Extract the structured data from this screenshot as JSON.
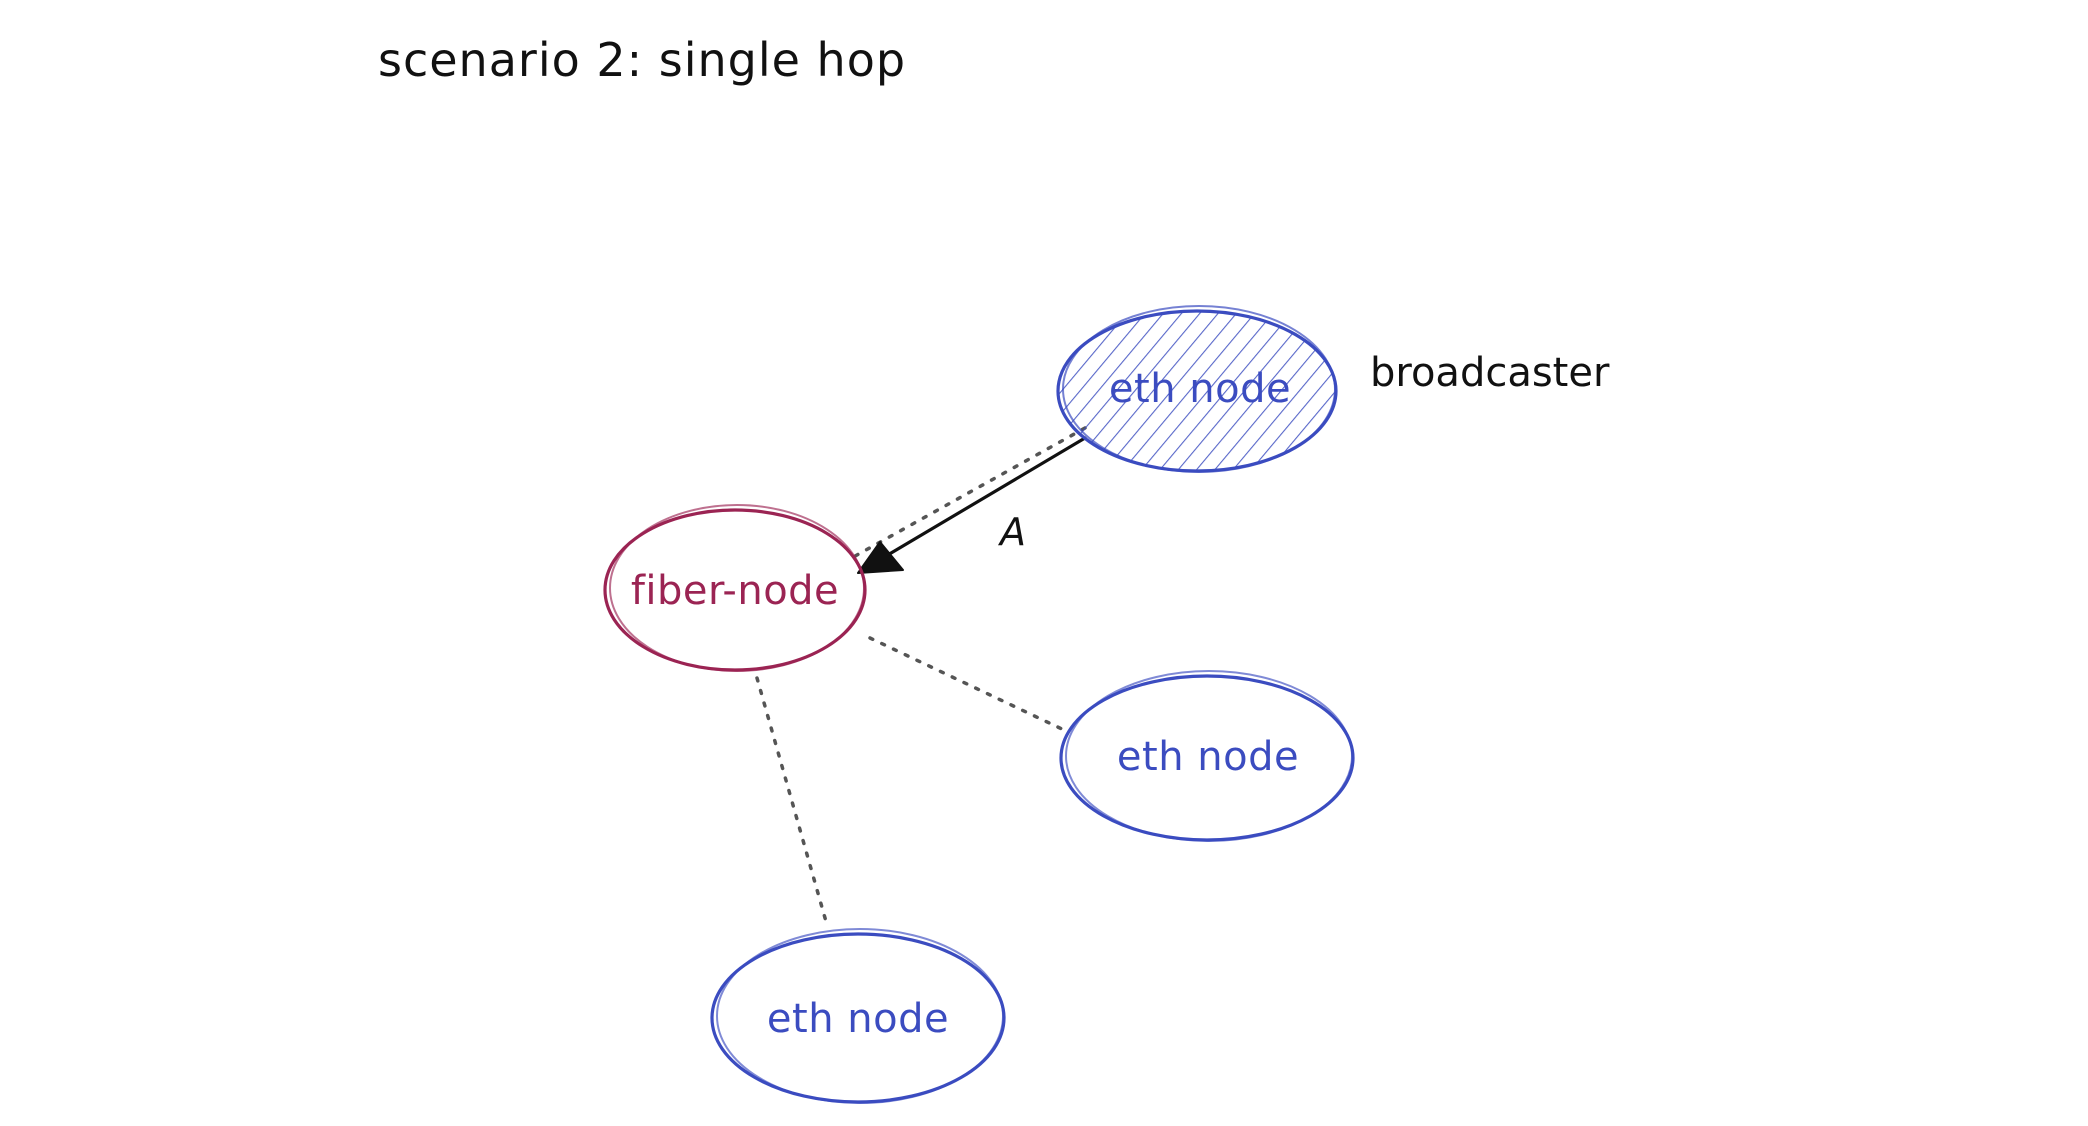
{
  "title": "scenario 2: single hop",
  "colors": {
    "eth": "#3b4cc0",
    "fiber": "#9b2453",
    "arrow": "#111111",
    "dotted": "#555555",
    "background": "#ffffff"
  },
  "nodes": {
    "broadcaster": {
      "label": "eth node",
      "kind": "eth",
      "filled": true
    },
    "fiber": {
      "label": "fiber-node",
      "kind": "fiber",
      "filled": false
    },
    "eth_right": {
      "label": "eth node",
      "kind": "eth",
      "filled": false
    },
    "eth_bottom": {
      "label": "eth node",
      "kind": "eth",
      "filled": false
    }
  },
  "annotations": {
    "broadcaster_label": "broadcaster",
    "edge_label": "A"
  },
  "edges": [
    {
      "from": "broadcaster",
      "to": "fiber",
      "style": "solid-arrow",
      "label_ref": "edge_label"
    },
    {
      "from": "broadcaster",
      "to": "fiber",
      "style": "dotted"
    },
    {
      "from": "fiber",
      "to": "eth_right",
      "style": "dotted"
    },
    {
      "from": "fiber",
      "to": "eth_bottom",
      "style": "dotted"
    }
  ]
}
